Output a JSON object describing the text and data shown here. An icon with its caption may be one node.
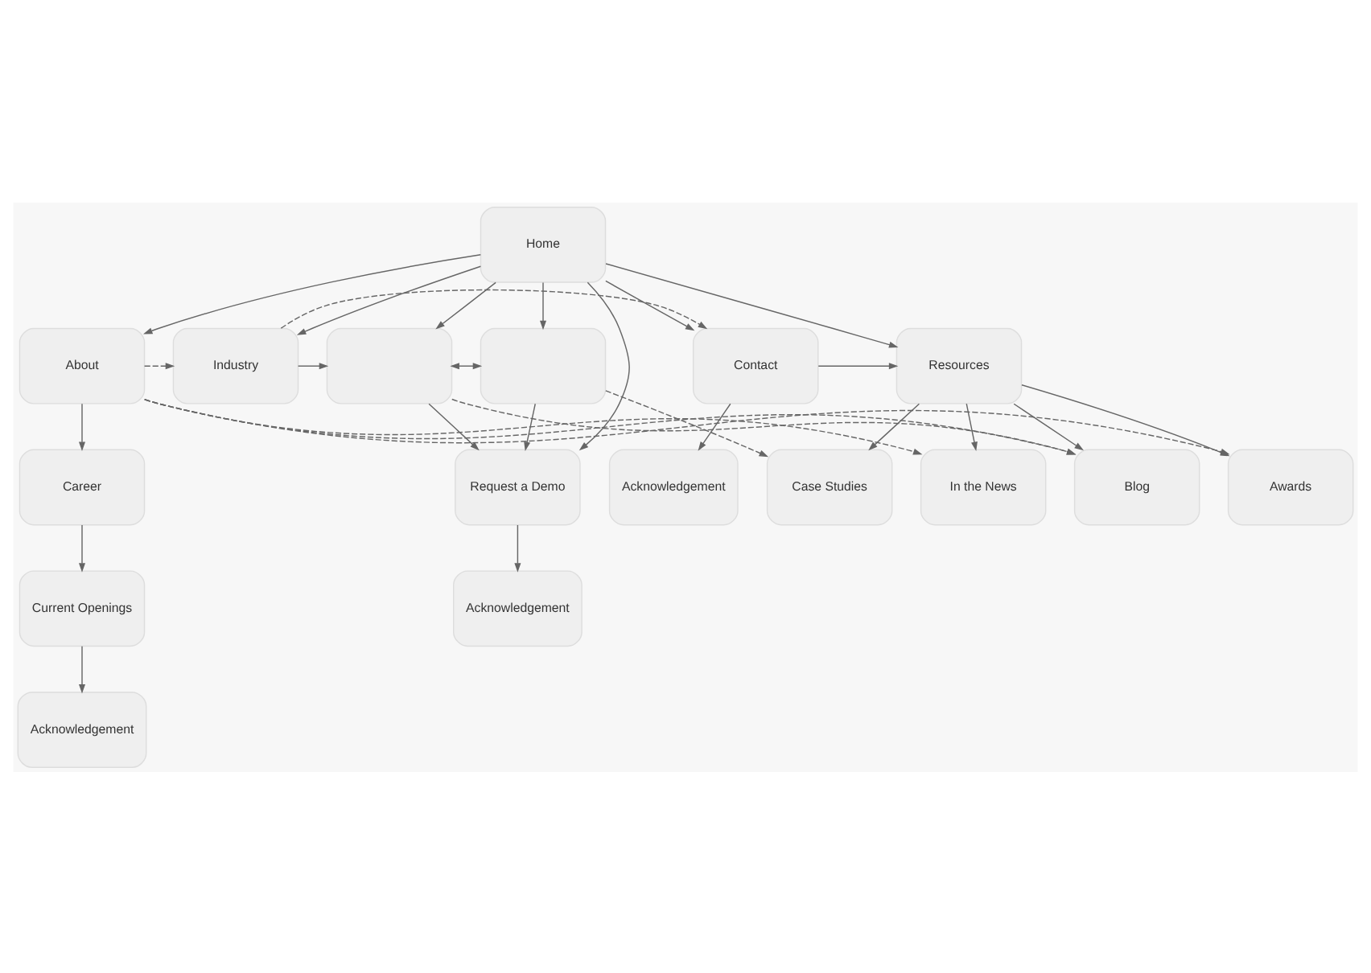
{
  "diagram": {
    "nodes": [
      {
        "text": [
          "Home"
        ]
      },
      {
        "text": [
          "About"
        ]
      },
      {
        "text": [
          "Industry"
        ]
      },
      {
        "text": [],
        "shape": "box"
      },
      {
        "text": [],
        "shape": "box"
      },
      {
        "text": [
          "Resources"
        ]
      },
      {
        "text": [
          "Contact"
        ]
      },
      {
        "text": [
          "Career"
        ]
      },
      {
        "text": [
          "Request a Demo"
        ]
      },
      {
        "text": [
          "Acknowledgement"
        ]
      },
      {
        "text": [
          "Current Openings"
        ]
      },
      {
        "text": [
          "Acknowledgement"
        ]
      },
      {
        "text": [
          "Acknowledgement"
        ]
      },
      {
        "text": [
          "In the News"
        ]
      },
      {
        "text": [
          "Blog"
        ]
      },
      {
        "text": [
          "Case Studies"
        ]
      },
      {
        "text": [
          "Awards"
        ]
      }
    ],
    "edges": [
      {
        "from": 0,
        "to": 1,
        "arrow": "to"
      },
      {
        "from": 0,
        "to": 2,
        "arrow": "to"
      },
      {
        "from": 0,
        "to": 3,
        "arrow": "to"
      },
      {
        "from": 0,
        "to": 4,
        "arrow": "to"
      },
      {
        "from": 0,
        "to": 5,
        "arrow": "to"
      },
      {
        "from": 0,
        "to": 6,
        "arrow": "to"
      },
      {
        "from": 0,
        "to": 8,
        "arrow": "to"
      },
      {
        "from": 1,
        "to": 2,
        "arrow": "to",
        "style": "dashed"
      },
      {
        "from": 2,
        "to": 3,
        "arrow": "to"
      },
      {
        "from": 3,
        "to": 4,
        "arrow": "both"
      },
      {
        "from": 6,
        "to": 5,
        "arrow": "to"
      },
      {
        "from": 1,
        "to": 7,
        "arrow": "to"
      },
      {
        "from": 6,
        "to": 9,
        "arrow": "to"
      },
      {
        "from": 3,
        "to": 8,
        "arrow": "to"
      },
      {
        "from": 4,
        "to": 8,
        "arrow": "to"
      },
      {
        "from": 7,
        "to": 10,
        "arrow": "to"
      },
      {
        "from": 8,
        "to": 11,
        "arrow": "to"
      },
      {
        "from": 10,
        "to": 12,
        "arrow": "to"
      },
      {
        "from": 2,
        "to": 6,
        "arrow": "to",
        "style": "dashed"
      },
      {
        "from": 5,
        "to": 13,
        "arrow": "to"
      },
      {
        "from": 5,
        "to": 14,
        "arrow": "to"
      },
      {
        "from": 5,
        "to": 15,
        "arrow": "to"
      },
      {
        "from": 5,
        "to": 16,
        "arrow": "to"
      },
      {
        "from": 3,
        "to": 14,
        "arrow": "to",
        "style": "dashed"
      },
      {
        "from": 4,
        "to": 15,
        "arrow": "to",
        "style": "dashed"
      },
      {
        "from": 1,
        "to": 13,
        "arrow": "to",
        "style": "dashed"
      },
      {
        "from": 1,
        "to": 14,
        "arrow": "to",
        "style": "dashed"
      },
      {
        "from": 1,
        "to": 16,
        "arrow": "to",
        "style": "dashed"
      }
    ]
  }
}
